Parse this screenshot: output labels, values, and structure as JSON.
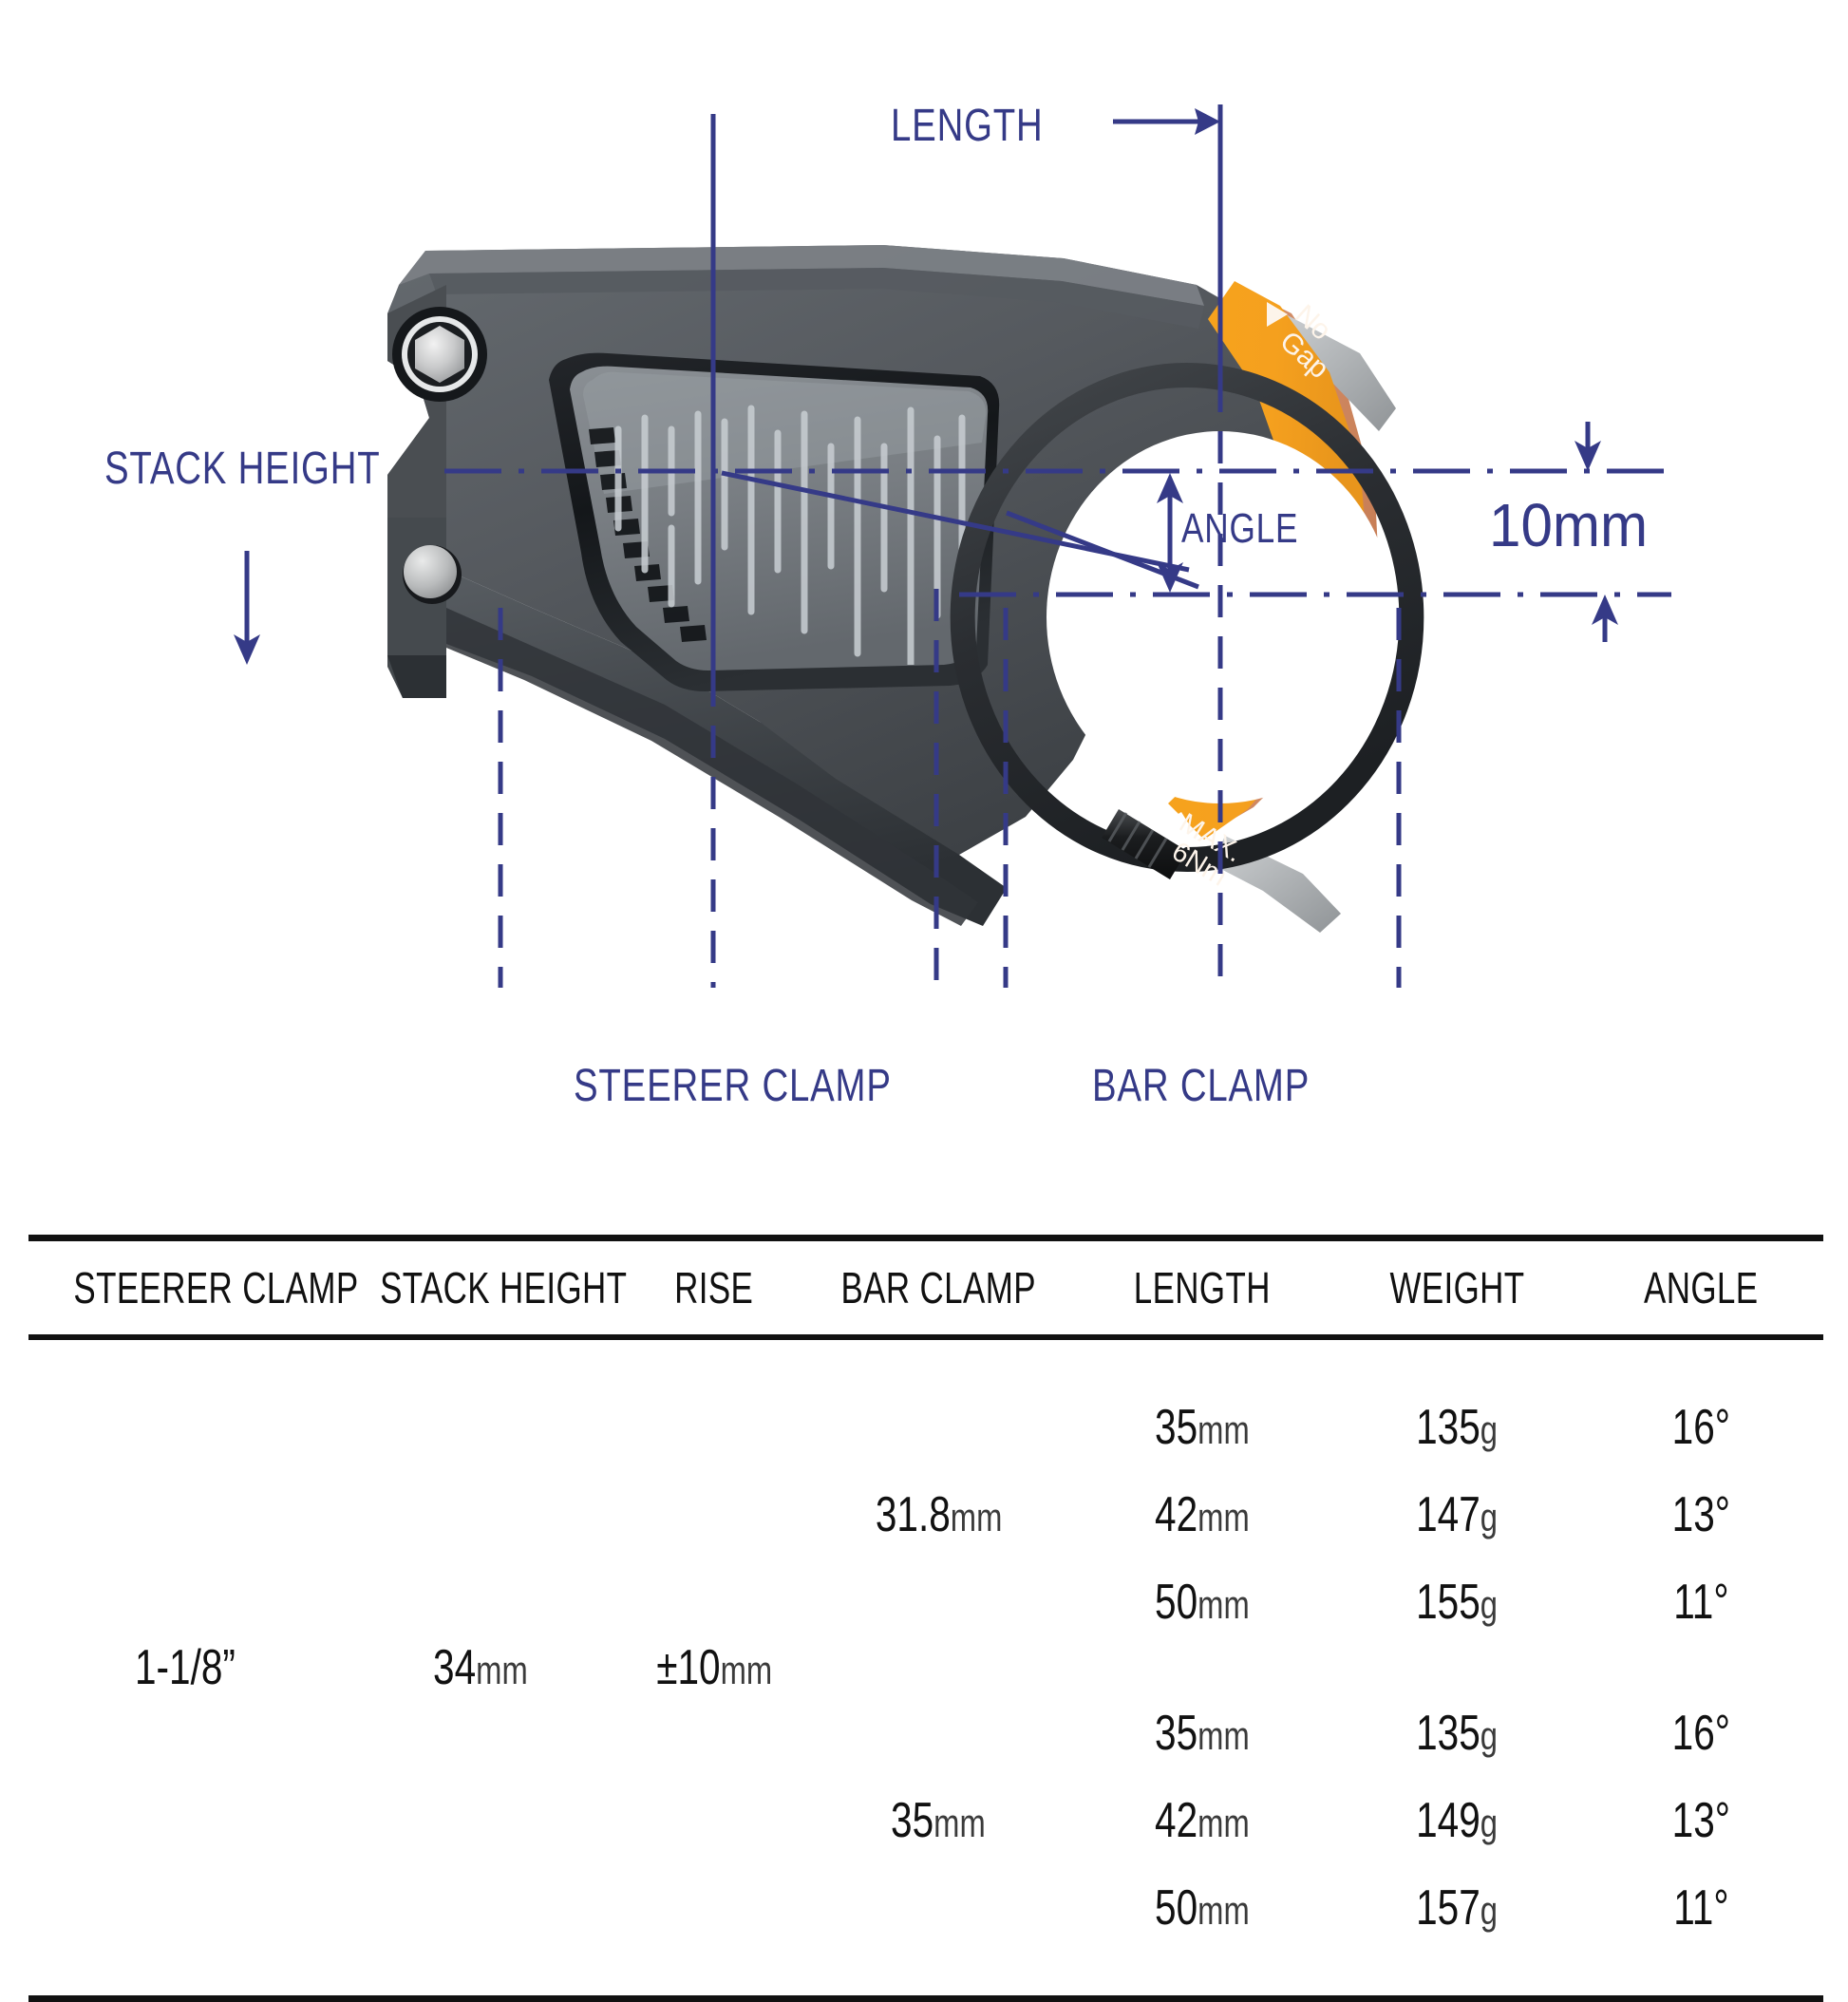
{
  "diagram": {
    "labels": {
      "length": "LENGTH",
      "stack_height": "STACK HEIGHT",
      "angle": "ANGLE",
      "steerer_clamp": "STEERER CLAMP",
      "bar_clamp": "BAR CLAMP",
      "rise_callout": "10mm"
    },
    "stem_markings": {
      "no_gap_line1": "No",
      "no_gap_line2": "Gap",
      "torque_line1": "MAX.",
      "torque_line2": "6Nm"
    },
    "colors": {
      "dimension_blue": "#353a87",
      "clamp_orange": "#f5a01e",
      "clamp_copper": "#d08a62",
      "body_dark": "#3e4145",
      "body_mid": "#6d7276",
      "body_light": "#8d9296"
    }
  },
  "table": {
    "headers": [
      "STEERER CLAMP",
      "STACK HEIGHT",
      "RISE",
      "BAR CLAMP",
      "LENGTH",
      "WEIGHT",
      "ANGLE"
    ],
    "steerer_clamp": {
      "num": "1-1/8",
      "unit": "”"
    },
    "stack_height": {
      "num": "34",
      "unit": "mm"
    },
    "rise": {
      "num": "±10",
      "unit": "mm"
    },
    "groups": [
      {
        "bar_clamp": {
          "num": "31.8",
          "unit": "mm"
        },
        "rows": [
          {
            "length": {
              "num": "35",
              "unit": "mm"
            },
            "weight": {
              "num": "135",
              "unit": "g"
            },
            "angle": {
              "num": "16",
              "unit": "°"
            }
          },
          {
            "length": {
              "num": "42",
              "unit": "mm"
            },
            "weight": {
              "num": "147",
              "unit": "g"
            },
            "angle": {
              "num": "13",
              "unit": "°"
            }
          },
          {
            "length": {
              "num": "50",
              "unit": "mm"
            },
            "weight": {
              "num": "155",
              "unit": "g"
            },
            "angle": {
              "num": "11",
              "unit": "°"
            }
          }
        ]
      },
      {
        "bar_clamp": {
          "num": "35",
          "unit": "mm"
        },
        "rows": [
          {
            "length": {
              "num": "35",
              "unit": "mm"
            },
            "weight": {
              "num": "135",
              "unit": "g"
            },
            "angle": {
              "num": "16",
              "unit": "°"
            }
          },
          {
            "length": {
              "num": "42",
              "unit": "mm"
            },
            "weight": {
              "num": "149",
              "unit": "g"
            },
            "angle": {
              "num": "13",
              "unit": "°"
            }
          },
          {
            "length": {
              "num": "50",
              "unit": "mm"
            },
            "weight": {
              "num": "157",
              "unit": "g"
            },
            "angle": {
              "num": "11",
              "unit": "°"
            }
          }
        ]
      }
    ]
  }
}
